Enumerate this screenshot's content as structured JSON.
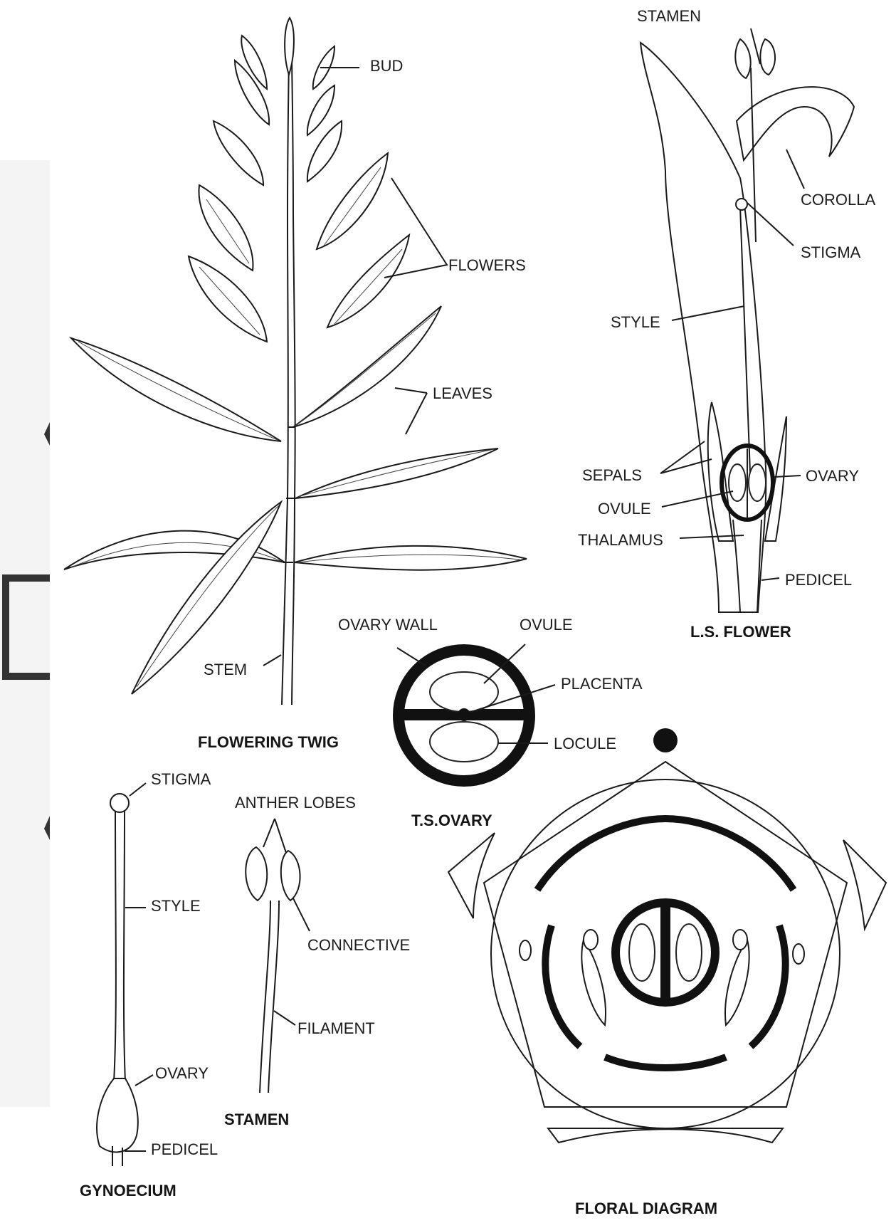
{
  "labels": {
    "twig": {
      "bud": "BUD",
      "flowers": "FLOWERS",
      "leaves": "LEAVES",
      "stem": "STEM",
      "title": "FLOWERING TWIG"
    },
    "ls_flower": {
      "stamen": "STAMEN",
      "corolla": "COROLLA",
      "stigma": "STIGMA",
      "style": "STYLE",
      "sepals": "SEPALS",
      "ovary": "OVARY",
      "ovule": "OVULE",
      "thalamus": "THALAMUS",
      "pedicel": "PEDICEL",
      "title": "L.S. FLOWER"
    },
    "ts_ovary": {
      "ovary_wall": "OVARY WALL",
      "ovule": "OVULE",
      "placenta": "PLACENTA",
      "locule": "LOCULE",
      "title": "T.S.OVARY"
    },
    "gynoecium": {
      "stigma": "STIGMA",
      "style": "STYLE",
      "ovary": "OVARY",
      "pedicel": "PEDICEL",
      "title": "GYNOECIUM"
    },
    "stamen": {
      "anther_lobes": "ANTHER LOBES",
      "connective": "CONNECTIVE",
      "filament": "FILAMENT",
      "title": "STAMEN"
    },
    "floral_diagram": {
      "title": "FLORAL DIAGRAM"
    }
  },
  "colors": {
    "ink": "#1a1a1a",
    "background": "#ffffff",
    "side_panel": "#f4f4f4"
  }
}
